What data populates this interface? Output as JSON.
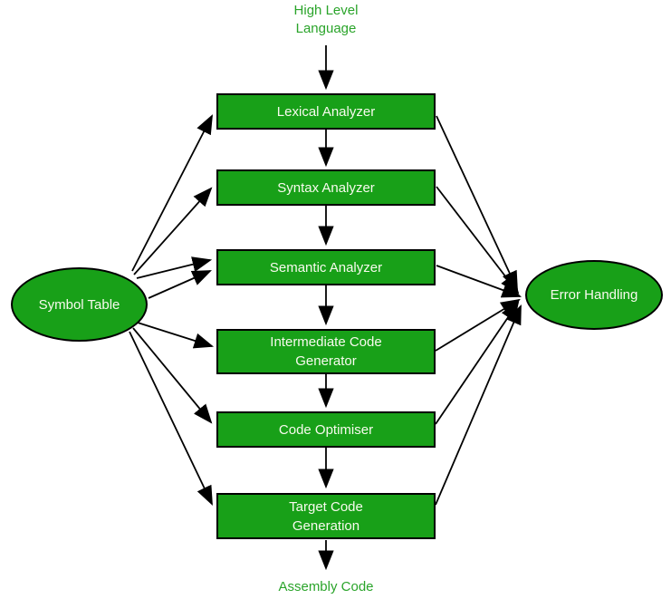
{
  "diagram": {
    "top_label": {
      "lines": [
        "High Level",
        "Language"
      ]
    },
    "bottom_label": "Assembly Code",
    "boxes": [
      {
        "id": "lexical-analyzer",
        "lines": [
          "Lexical Analyzer"
        ]
      },
      {
        "id": "syntax-analyzer",
        "lines": [
          "Syntax Analyzer"
        ]
      },
      {
        "id": "semantic-analyzer",
        "lines": [
          "Semantic Analyzer"
        ]
      },
      {
        "id": "intermediate-code-generator",
        "lines": [
          "Intermediate Code",
          "Generator"
        ]
      },
      {
        "id": "code-optimiser",
        "lines": [
          "Code Optimiser"
        ]
      },
      {
        "id": "target-code-generation",
        "lines": [
          "Target Code",
          "Generation"
        ]
      }
    ],
    "ellipses": {
      "left": {
        "label": "Symbol Table"
      },
      "right": {
        "label": "Error Handling"
      }
    },
    "colors": {
      "background": "#ffffff",
      "node_fill": "#18a018",
      "node_border": "#000000",
      "node_text": "#f8faee",
      "label_text": "#2aa42a",
      "arrow": "#000000"
    }
  }
}
